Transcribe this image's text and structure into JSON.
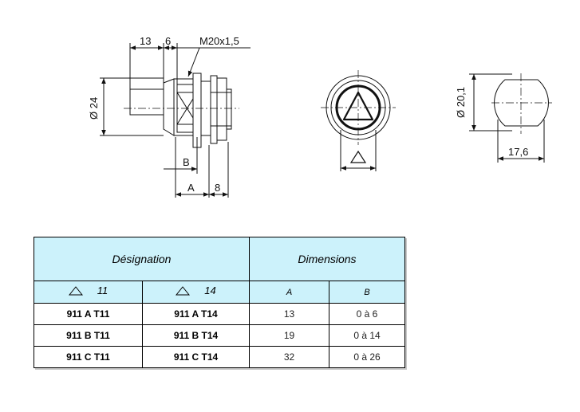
{
  "drawing": {
    "side_view": {
      "dim_13": "13",
      "dim_6": "6",
      "thread": "M20x1,5",
      "diameter": "Ø 24",
      "dim_B": "B",
      "dim_A": "A",
      "dim_8": "8"
    },
    "end_view": {
      "diameter": "Ø 20,1",
      "width": "17,6"
    }
  },
  "table": {
    "header_designation": "Désignation",
    "header_dimensions": "Dimensions",
    "sub_square_11": "11",
    "sub_square_14": "14",
    "sub_A": "A",
    "sub_B": "B",
    "rows": [
      {
        "t11": "911 A  T11",
        "t14": "911 A  T14",
        "a": "13",
        "b": "0 à 6"
      },
      {
        "t11": "911 B  T11",
        "t14": "911 B  T14",
        "a": "19",
        "b": "0 à 14"
      },
      {
        "t11": "911 C   T11",
        "t14": "911 C   T14",
        "a": "32",
        "b": "0 à 26"
      }
    ]
  }
}
